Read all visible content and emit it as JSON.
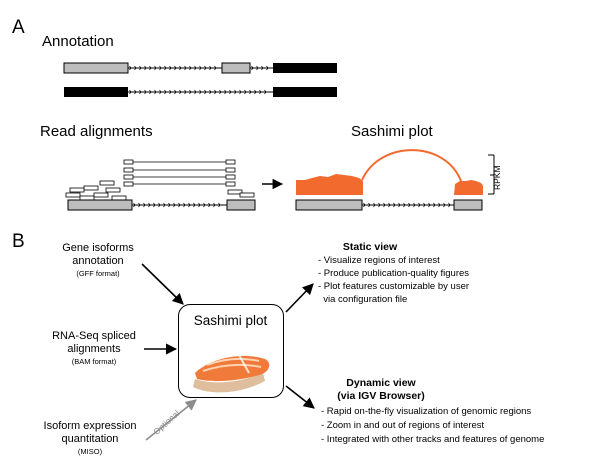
{
  "panel_a": {
    "letter": "A",
    "annotation_title": "Annotation",
    "read_alignments_title": "Read alignments",
    "sashimi_title": "Sashimi plot",
    "axis_label": "RPKM"
  },
  "panel_b": {
    "letter": "B",
    "inputs": [
      {
        "label": "Gene isoforms\nannotation",
        "format": "(GFF format)"
      },
      {
        "label": "RNA-Seq spliced\nalignments",
        "format": "(BAM format)"
      },
      {
        "label": "Isoform expression\nquantitation",
        "format": "(MISO)"
      }
    ],
    "optional_label": "Optional",
    "center_box_title": "Sashimi plot",
    "static_view": {
      "title": "Static view",
      "items": [
        "- Visualize regions of interest",
        "- Produce publication-quality figures",
        "- Plot features customizable by user",
        "  via configuration file"
      ]
    },
    "dynamic_view": {
      "title": "Dynamic view\n(via IGV Browser)",
      "items": [
        "- Rapid on-the-fly visualization of genomic regions",
        "- Zoom in and out of regions of interest",
        "- Integrated with other tracks and features of genome"
      ]
    }
  },
  "colors": {
    "exon_gray": "#bdbdbd",
    "exon_black": "#000000",
    "coverage_orange": "#f26a2e",
    "optional_arrow": "#8c8c8c"
  }
}
